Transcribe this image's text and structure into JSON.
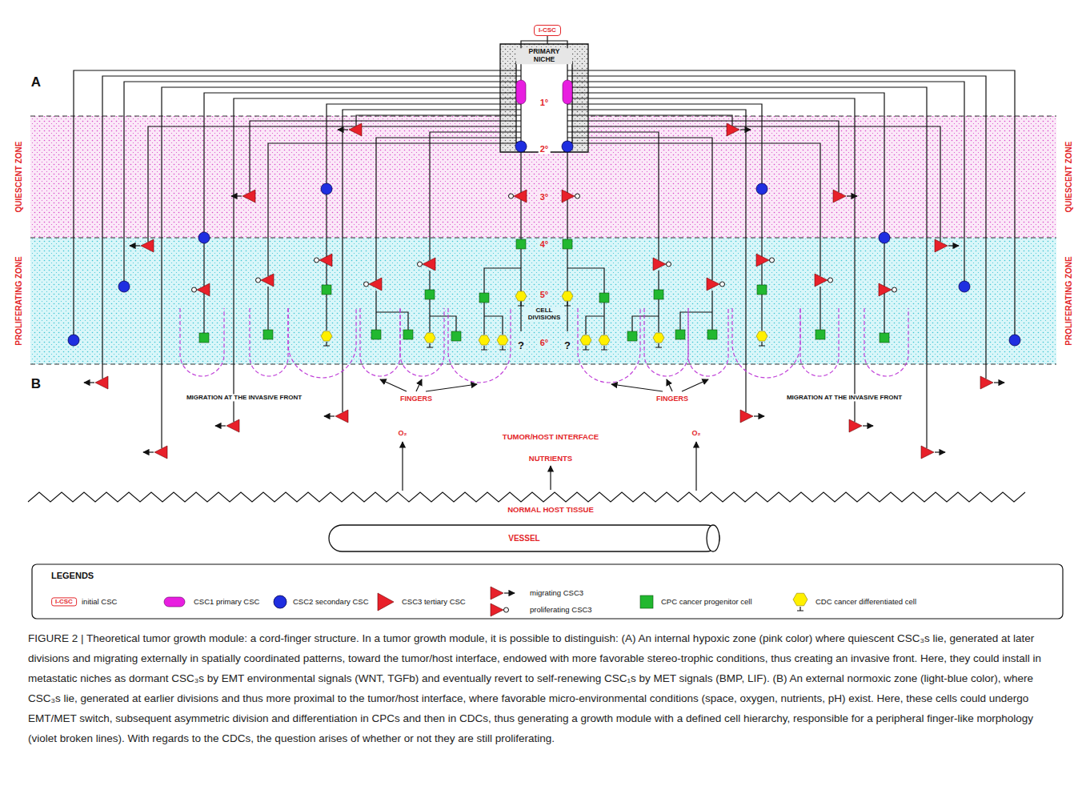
{
  "diagram": {
    "caption": "FIGURE 2 | Theoretical tumor growth module: a cord-finger structure. In a tumor growth module, it is possible to distinguish: (A) An internal hypoxic zone (pink color) where quiescent CSC₃s lie, generated at later divisions and migrating externally in spatially coordinated patterns, toward the tumor/host interface, endowed with more favorable stereo-trophic conditions, thus creating an invasive front. Here, they could install in metastatic niches as dormant CSC₃s by EMT environmental signals (WNT, TGFb) and eventually revert to self-renewing CSC₁s by MET signals (BMP, LIF). (B) An external normoxic zone (light-blue color), where CSC₃s lie, generated at earlier divisions and thus more proximal to the tumor/host interface, where favorable micro-environmental conditions (space, oxygen, nutrients, pH) exist. Here, these cells could undergo EMT/MET switch, subsequent asymmetric division and differentiation in CPCs and then in CDCs, thus generating a growth module with a defined cell hierarchy, responsible for a peripheral finger-like morphology (violet broken lines). With regards to the CDCs, the question arises of whether or not they are still proliferating.",
    "nodes": [
      {
        "text": [
          "I-CSC"
        ]
      },
      {
        "text": [
          "PRIMARY NICHE"
        ]
      },
      {
        "text": [
          "QUIESCENT ZONE",
          "QUIESCENT ZONE"
        ]
      },
      {
        "text": [
          "PROLIFERATING ZONE",
          "PROLIFERATING ZONE"
        ]
      },
      {
        "text": [
          "VESSEL"
        ]
      }
    ],
    "edges": [
      {
        "from": 0,
        "to": 1,
        "arrow": "none"
      }
    ],
    "labels": [
      "A",
      "B",
      "1°",
      "2°",
      "3°",
      "4°",
      "5°",
      "CELL DIVISIONS",
      "6°",
      "?",
      "?",
      "FINGERS",
      "FINGERS",
      "MIGRATION AT THE INVASIVE FRONT",
      "MIGRATION AT THE INVASIVE FRONT",
      "O₂",
      "O₂",
      "TUMOR/HOST INTERFACE",
      "NUTRIENTS",
      "NORMAL HOST TISSUE",
      "LEGENDS",
      "I-CSC"
    ],
    "legend": [
      {
        "text": "initial CSC"
      },
      {
        "text": "CSC1 primary CSC",
        "color": "#e81ee0"
      },
      {
        "text": "CSC2 secondary CSC",
        "color": "#1f2ee0"
      },
      {
        "text": "CSC3 tertiary CSC",
        "color": "#e8202a"
      },
      {
        "text": "migrating CSC3"
      },
      {
        "text": "proliferating CSC3"
      },
      {
        "text": "CPC cancer progenitor cell",
        "color": "#22b830"
      },
      {
        "text": "CDC cancer differentiated cell",
        "color": "#fff000"
      }
    ]
  }
}
